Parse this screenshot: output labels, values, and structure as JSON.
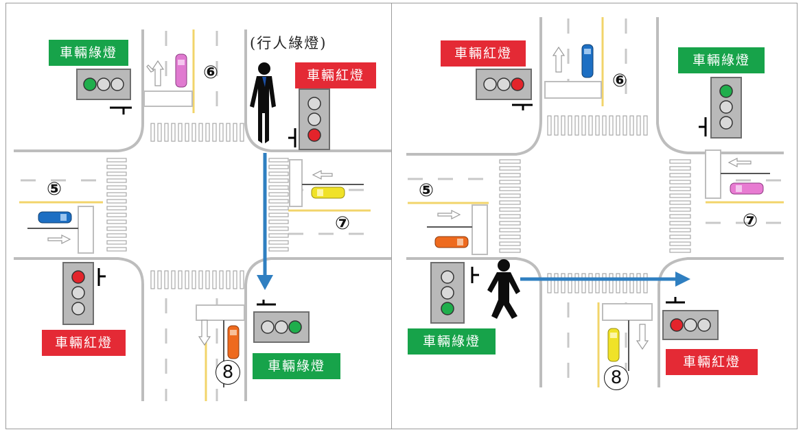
{
  "labels": {
    "vehicle_green": "車輛綠燈",
    "vehicle_red": "車輛紅燈",
    "pedestrian_green": "(行人綠燈)"
  },
  "zones": {
    "z5": "⑤",
    "z6": "⑥",
    "z7": "⑦",
    "z8": "8"
  },
  "colors": {
    "green_label": "#17a34a",
    "red_label": "#e42a35",
    "arrow": "#2f7fc1",
    "light_on_green": "#16a34a",
    "light_on_red": "#e3242b"
  },
  "icons": [
    "traffic-light-icon",
    "pedestrian-icon",
    "car-icon",
    "arrow-icon",
    "lane-arrow-icon"
  ]
}
